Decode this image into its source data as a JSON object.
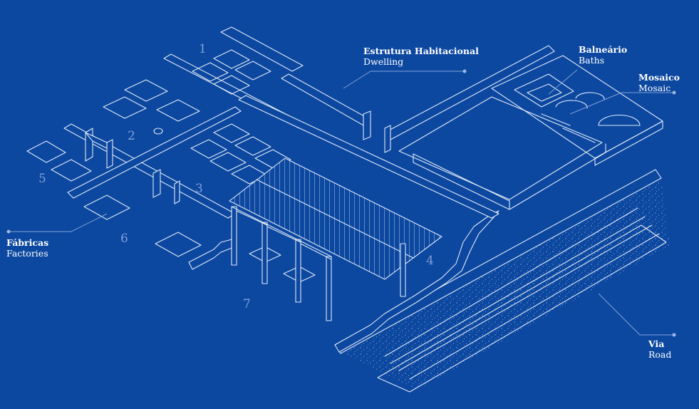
{
  "colors": {
    "background": "#0c48a0",
    "line": "#dfe8f7",
    "callout": "#7f9fd6"
  },
  "labels": {
    "dwelling": {
      "pt": "Estrutura Habitacional",
      "en": "Dwelling"
    },
    "baths": {
      "pt": "Balneário",
      "en": "Baths"
    },
    "mosaic": {
      "pt": "Mosaico",
      "en": "Mosaic"
    },
    "factories": {
      "pt": "Fábricas",
      "en": "Factories"
    },
    "road": {
      "pt": "Via",
      "en": "Road"
    }
  },
  "numbers": [
    "1",
    "2",
    "3",
    "4",
    "5",
    "6",
    "7"
  ]
}
